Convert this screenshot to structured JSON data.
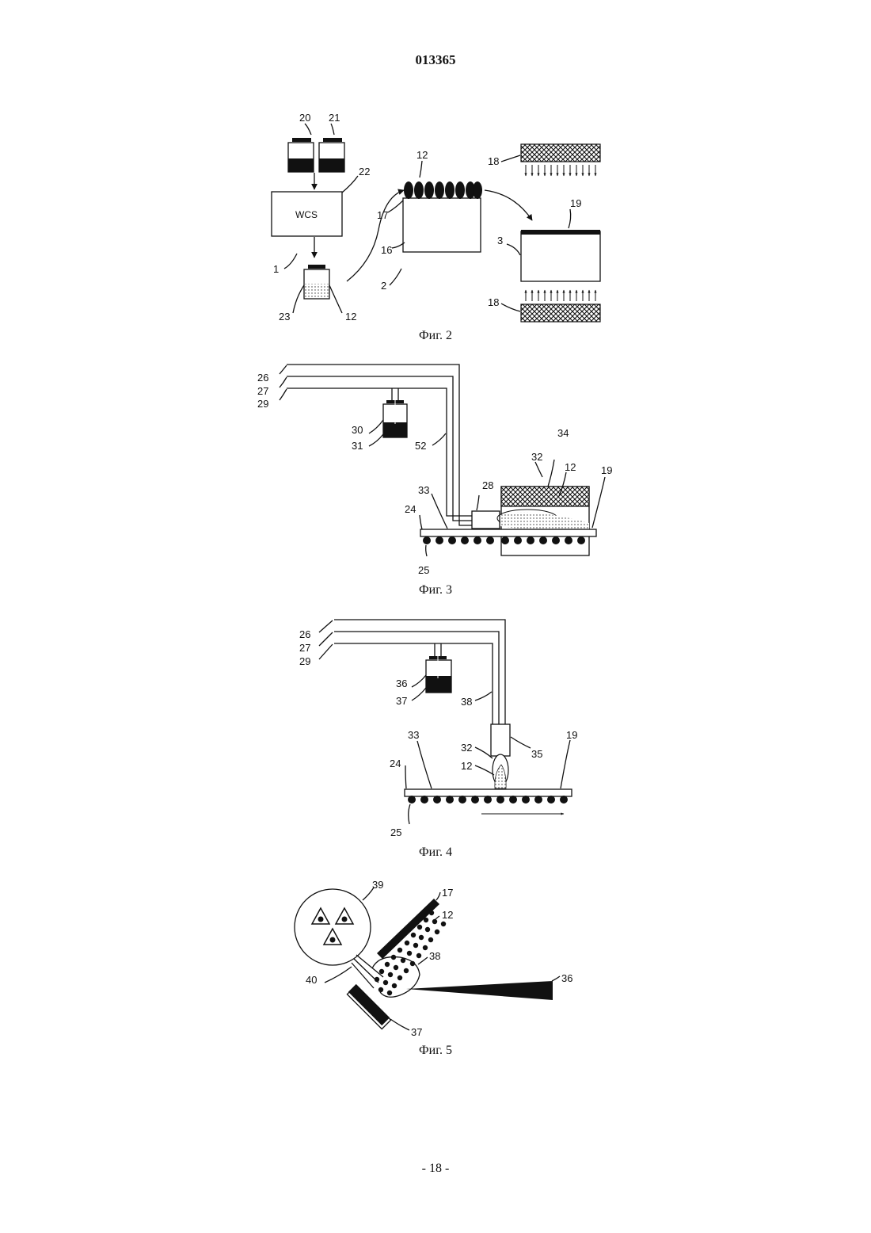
{
  "header": {
    "document_number": "013365"
  },
  "footer": {
    "page_number": "- 18 -"
  },
  "fig2": {
    "caption": "Фиг. 2",
    "box_text": "WCS",
    "labels": {
      "l20": "20",
      "l21": "21",
      "l22": "22",
      "l1": "1",
      "l23": "23",
      "l12a": "12",
      "l12b": "12",
      "l17": "17",
      "l16": "16",
      "l2": "2",
      "l18a": "18",
      "l18b": "18",
      "l19": "19",
      "l3": "3"
    }
  },
  "fig3": {
    "caption": "Фиг. 3",
    "labels": {
      "l26": "26",
      "l27": "27",
      "l29": "29",
      "l30": "30",
      "l31": "31",
      "l52": "52",
      "l34": "34",
      "l32": "32",
      "l12": "12",
      "l28": "28",
      "l19": "19",
      "l33": "33",
      "l24": "24",
      "l25": "25"
    }
  },
  "fig4": {
    "caption": "Фиг. 4",
    "labels": {
      "l26": "26",
      "l27": "27",
      "l29": "29",
      "l36": "36",
      "l37": "37",
      "l38": "38",
      "l33": "33",
      "l32": "32",
      "l35": "35",
      "l19": "19",
      "l24": "24",
      "l12": "12",
      "l25": "25"
    }
  },
  "fig5": {
    "caption": "Фиг. 5",
    "labels": {
      "l39": "39",
      "l17": "17",
      "l12": "12",
      "l38": "38",
      "l40": "40",
      "l36": "36",
      "l37": "37"
    }
  }
}
